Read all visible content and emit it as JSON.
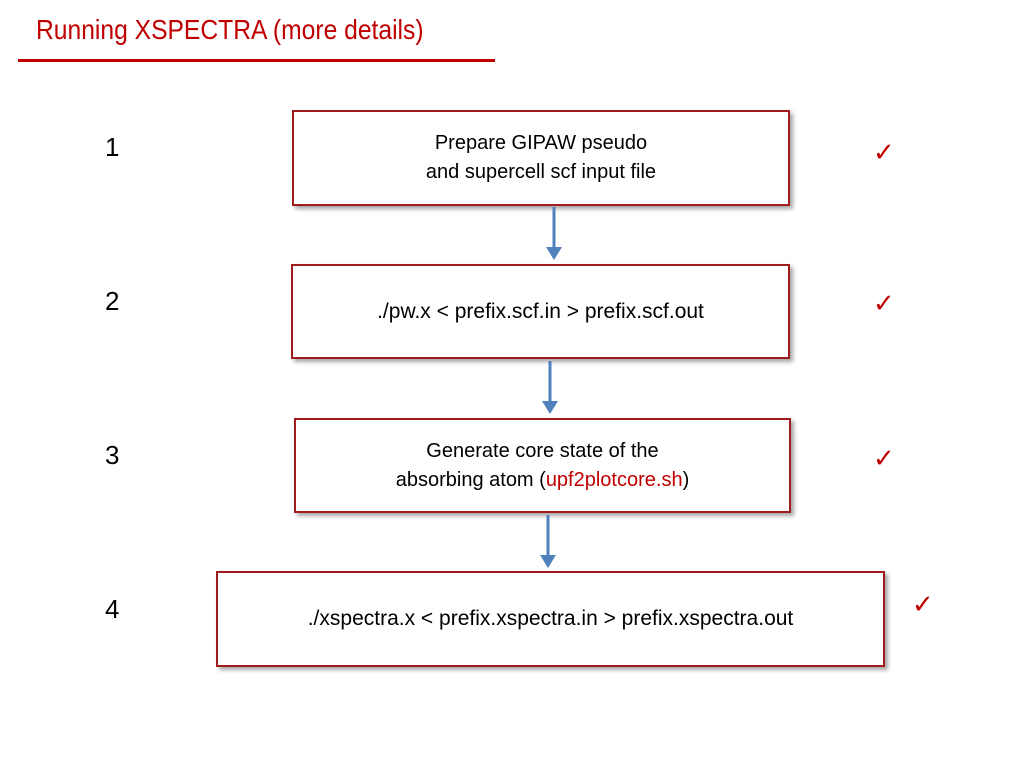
{
  "slide": {
    "title": "Running XSPECTRA (more details)"
  },
  "steps": [
    {
      "number": "1",
      "line1": "Prepare GIPAW pseudo",
      "line2": "and supercell scf input file",
      "check": "✓"
    },
    {
      "number": "2",
      "command": "./pw.x < prefix.scf.in > prefix.scf.out",
      "check": "✓"
    },
    {
      "number": "3",
      "line1": "Generate core state of the",
      "line2_prefix": "absorbing atom (",
      "line2_script": "upf2plotcore.sh",
      "line2_suffix": ")",
      "check": "✓"
    },
    {
      "number": "4",
      "command": "./xspectra.x < prefix.xspectra.in > prefix.xspectra.out",
      "check": "✓"
    }
  ],
  "colors": {
    "title": "#c00000",
    "box_border": "#a01c1c",
    "arrow": "#4f81bd",
    "check": "#c00000",
    "script": "#c00000"
  },
  "icons": {
    "connector": "down-arrow-icon",
    "done": "checkmark-icon"
  }
}
